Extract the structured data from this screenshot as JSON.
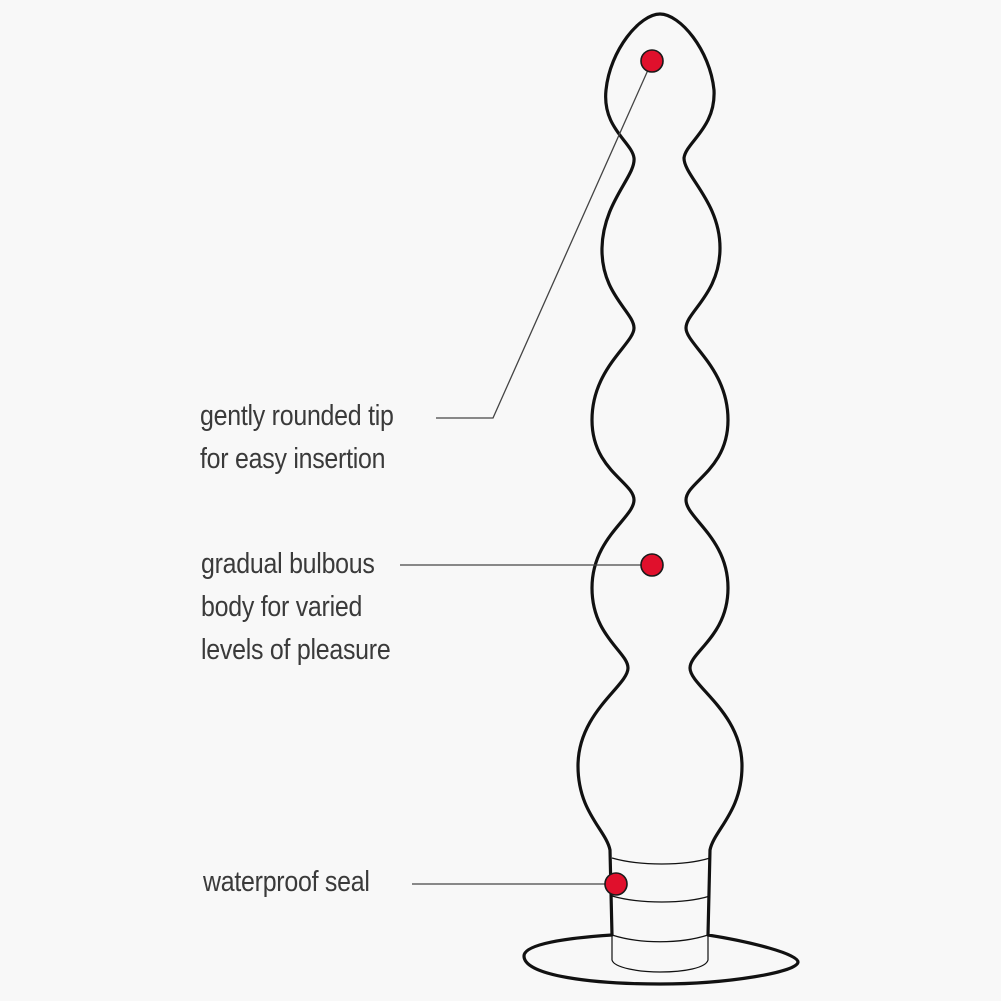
{
  "callouts": {
    "tip": {
      "lines": [
        "gently rounded tip",
        "for easy insertion"
      ]
    },
    "body": {
      "lines": [
        "gradual bulbous",
        "body for varied",
        "levels of pleasure"
      ]
    },
    "seal": {
      "lines": [
        "waterproof seal"
      ]
    }
  },
  "colors": {
    "background": "#f8f8f8",
    "outline": "#111111",
    "leader_line": "#444444",
    "marker_fill": "#e0102c",
    "marker_stroke": "#1a1a1a",
    "text": "#3a3a3a"
  }
}
